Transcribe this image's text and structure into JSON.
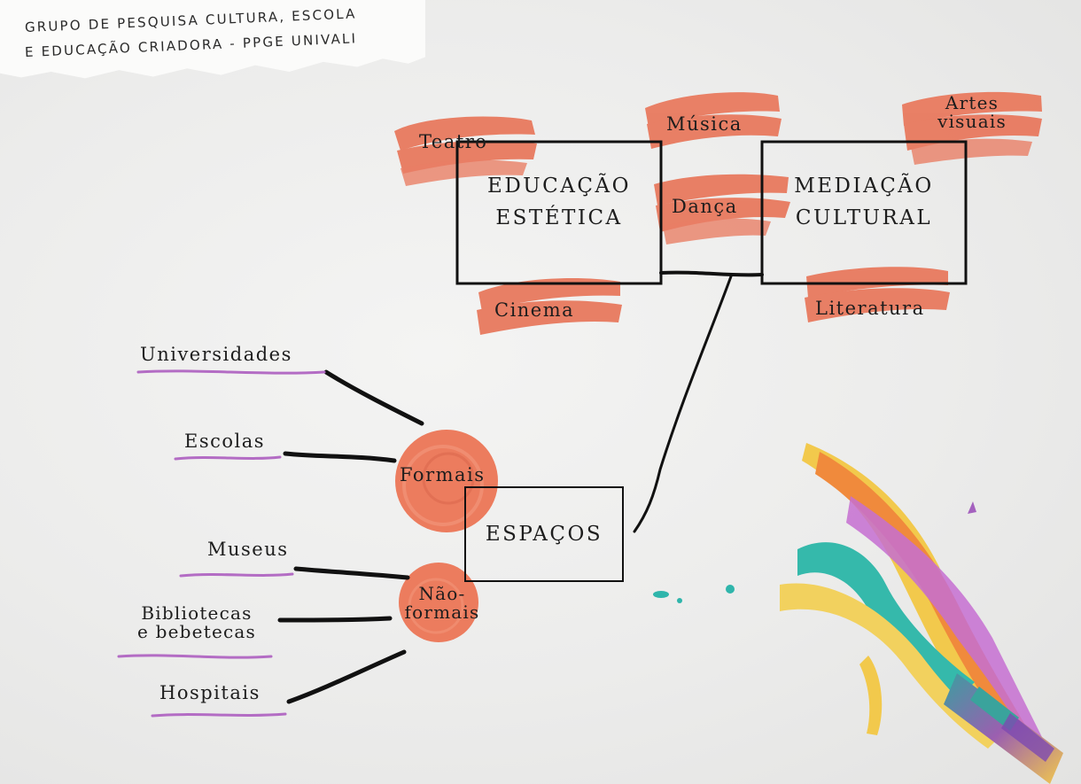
{
  "header": {
    "line1": "GRUPO DE PESQUISA CULTURA, ESCOLA",
    "line2": "E EDUCAÇÃO CRIADORA - PPGE UNIVALI"
  },
  "boxes": {
    "educacao_line1": "EDUCAÇÃO",
    "educacao_line2": "ESTÉTICA",
    "mediacao_line1": "MEDIAÇÃO",
    "mediacao_line2": "CULTURAL",
    "espacos": "ESPAÇOS"
  },
  "arts": {
    "teatro": "Teatro",
    "musica": "Música",
    "artes_line1": "Artes",
    "artes_line2": "visuais",
    "danca": "Dança",
    "cinema": "Cinema",
    "literatura": "Literatura"
  },
  "spaces": {
    "formais": "Formais",
    "nao_formais_line1": "Não-",
    "nao_formais_line2": "formais"
  },
  "places": {
    "universidades": "Universidades",
    "escolas": "Escolas",
    "museus": "Museus",
    "bibliotecas_line1": "Bibliotecas",
    "bibliotecas_line2": "e bebetecas",
    "hospitais": "Hospitais"
  },
  "colors": {
    "paint_orange": "#e8765a",
    "underline_purple": "#b36cc4",
    "ink": "#111111"
  }
}
